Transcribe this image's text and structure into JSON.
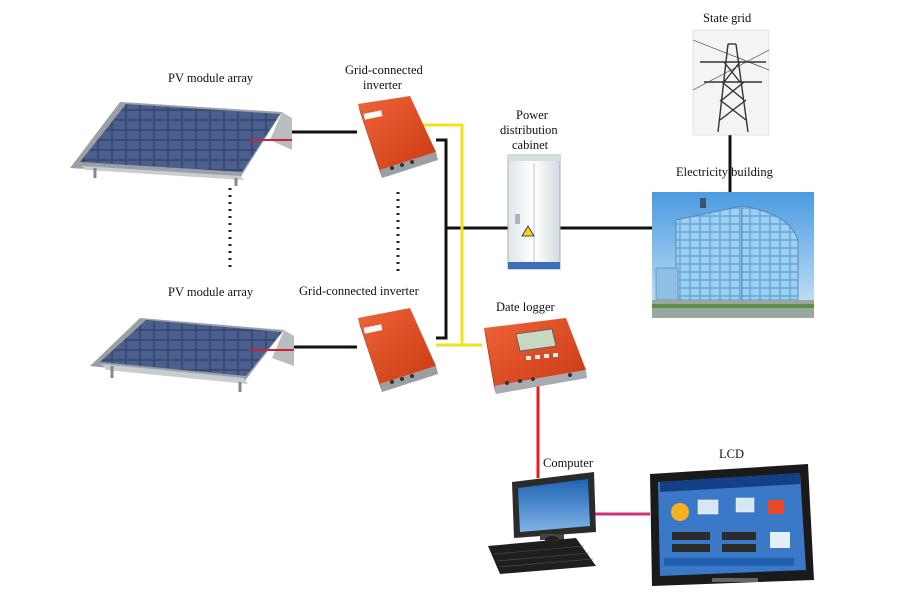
{
  "labels": {
    "pv_array_top": "PV module array",
    "pv_array_bottom": "PV module array",
    "inverter_top_line1": "Grid-connected",
    "inverter_top_line2": "inverter",
    "inverter_bottom": "Grid-connected inverter",
    "cabinet_line1": "Power",
    "cabinet_line2": "distribution",
    "cabinet_line3": "cabinet",
    "state_grid": "State grid",
    "building": "Electricity building",
    "date_logger": "Date logger",
    "computer": "Computer",
    "lcd": "LCD"
  },
  "colors": {
    "dc_line": "#111111",
    "signal_line": "#f2e21c",
    "data_line": "#e02020",
    "display_line": "#cc3377",
    "inverter_body": "#e04a1c",
    "panel_cell": "#3b4f7a",
    "panel_frame": "#b8bcc0",
    "cabinet_body": "#eef2f4",
    "sky": "#5aa7e6"
  },
  "icons": {
    "pv_array": "solar-panel-array",
    "inverter": "inverter-box",
    "cabinet": "distribution-cabinet",
    "grid": "transmission-tower",
    "building": "office-building",
    "logger": "data-logger",
    "computer": "desktop-computer",
    "lcd": "lcd-monitor"
  }
}
